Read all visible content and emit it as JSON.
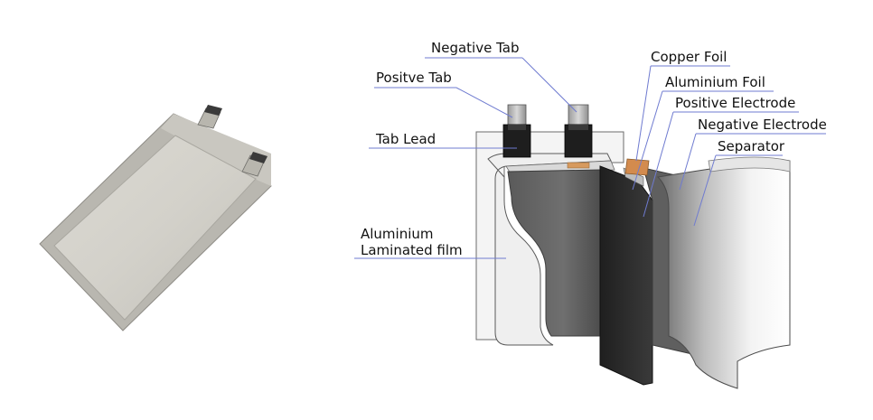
{
  "callouts": {
    "negative_tab": "Negative Tab",
    "positive_tab": "Positve Tab",
    "tab_lead": "Tab Lead",
    "aluminium_laminated_film_line1": "Aluminium",
    "aluminium_laminated_film_line2": "Laminated film",
    "copper_foil": "Copper Foil",
    "aluminium_foil": "Aluminium Foil",
    "positive_electrode": "Positive Electrode",
    "negative_electrode": "Negative Electrode",
    "separator": "Separator"
  },
  "colors": {
    "leader_line": "#6f7bd0",
    "copper": "#d79a5e",
    "electrode_dark": "#2f2f2f",
    "electrode_mid": "#6a6a6a",
    "film_light": "#ececec",
    "pouch_gray": "#cfcdc6"
  }
}
